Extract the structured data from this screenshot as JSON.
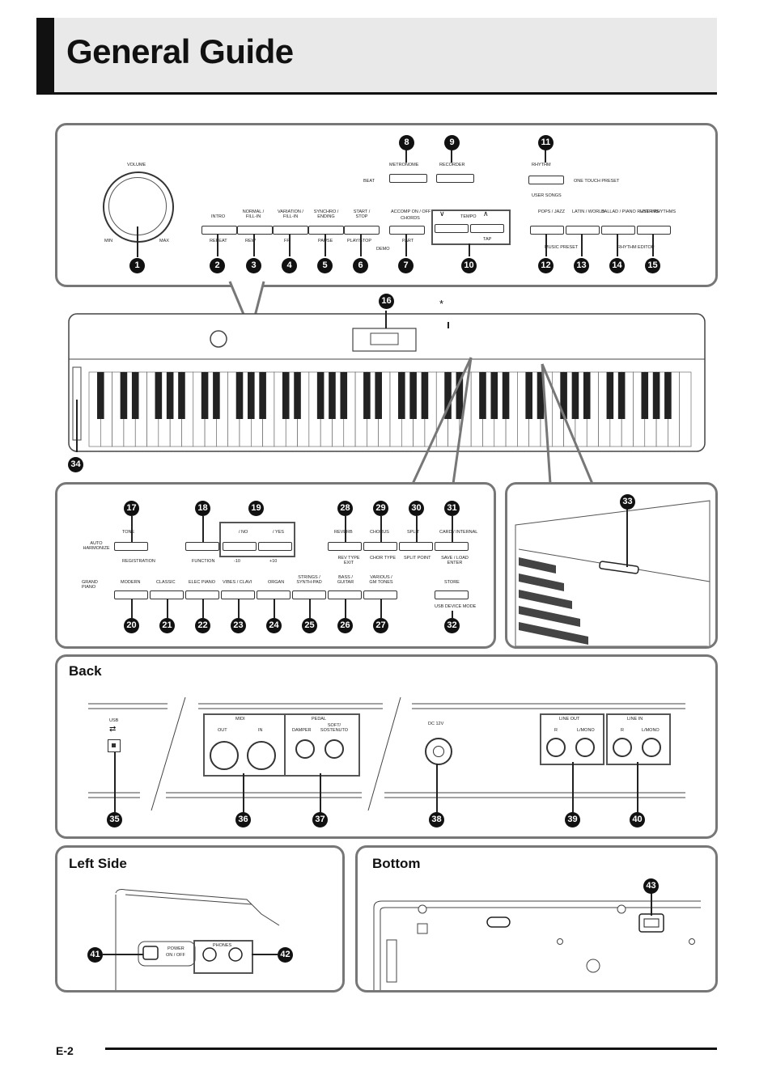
{
  "page": {
    "title": "General Guide",
    "page_number": "E-2"
  },
  "sections": {
    "back": "Back",
    "left_side": "Left Side",
    "bottom": "Bottom"
  },
  "callouts": [
    "1",
    "2",
    "3",
    "4",
    "5",
    "6",
    "7",
    "8",
    "9",
    "10",
    "11",
    "12",
    "13",
    "14",
    "15",
    "16",
    "17",
    "18",
    "19",
    "20",
    "21",
    "22",
    "23",
    "24",
    "25",
    "26",
    "27",
    "28",
    "29",
    "30",
    "31",
    "32",
    "33",
    "34",
    "35",
    "36",
    "37",
    "38",
    "39",
    "40",
    "41",
    "42",
    "43"
  ],
  "top_panel": {
    "volume": "VOLUME",
    "min": "MIN",
    "max": "MAX",
    "metronome": "METRONOME",
    "beat": "BEAT",
    "recorder": "RECORDER",
    "rhythm": "RHYTHM",
    "user_songs": "USER SONGS",
    "one_touch_preset": "ONE TOUCH PRESET",
    "intro": "INTRO",
    "repeat": "REPEAT",
    "normal_fill_in": "NORMAL / FILL-IN",
    "rew": "REW",
    "variation_fill_in": "VARIATION / FILL-IN",
    "ff": "FF",
    "synchro_ending": "SYNCHRO / ENDING",
    "pause": "PAUSE",
    "start_stop": "START / STOP",
    "play_stop": "PLAY/STOP",
    "accomp_on_off": "ACCOMP ON / OFF",
    "chords": "CHORDS",
    "part": "PART",
    "demo": "DEMO",
    "tempo": "TEMPO",
    "tap": "TAP",
    "pops_jazz": "POPS / JAZZ",
    "latin_world": "LATIN / WORLD",
    "ballad_piano_rhythms": "BALLAD / PIANO RHYTHMS",
    "user_rhythms": "USER RHYTHMS",
    "music_preset": "MUSIC PRESET",
    "rhythm_editor": "RHYTHM EDITOR"
  },
  "keyboard": {
    "asterisk": "*"
  },
  "mid_panel": {
    "tone": "TONE",
    "auto_harmonize": "AUTO HARMONIZE",
    "registration": "REGISTRATION",
    "no": "/ NO",
    "yes": "/ YES",
    "function": "FUNCTION",
    "minus10": "-10",
    "plus10": "+10",
    "reverb": "REVERB",
    "chorus": "CHORUS",
    "split": "SPLIT",
    "card_internal": "CARD / INTERNAL",
    "rev_type_exit": "REV TYPE EXIT",
    "chor_type": "CHOR TYPE",
    "split_point": "SPLIT POINT",
    "save_load_enter": "SAVE / LOAD ENTER",
    "grand_piano": "GRAND PIANO",
    "modern": "MODERN",
    "classic": "CLASSIC",
    "elec_piano": "ELEC PIANO",
    "vibes_clavi": "VIBES / CLAVI",
    "organ": "ORGAN",
    "strings_synth_pad": "STRINGS / SYNTH-PAD",
    "bass_guitar": "BASS / GUITAR",
    "various_gm_tones": "VARIOUS / GM TONES",
    "store": "STORE",
    "usb_device_mode": "USB DEVICE MODE"
  },
  "back_panel": {
    "usb": "USB",
    "midi": "MIDI",
    "out": "OUT",
    "in": "IN",
    "pedal": "PEDAL",
    "damper": "DAMPER",
    "soft_sostenuto": "SOFT/ SOSTENUTO",
    "dc12v": "DC 12V",
    "line_out": "LINE OUT",
    "line_in": "LINE IN",
    "r": "R",
    "l_mono": "L/MONO"
  },
  "left_panel": {
    "power": "POWER",
    "on_off": "ON / OFF",
    "phones": "PHONES"
  }
}
